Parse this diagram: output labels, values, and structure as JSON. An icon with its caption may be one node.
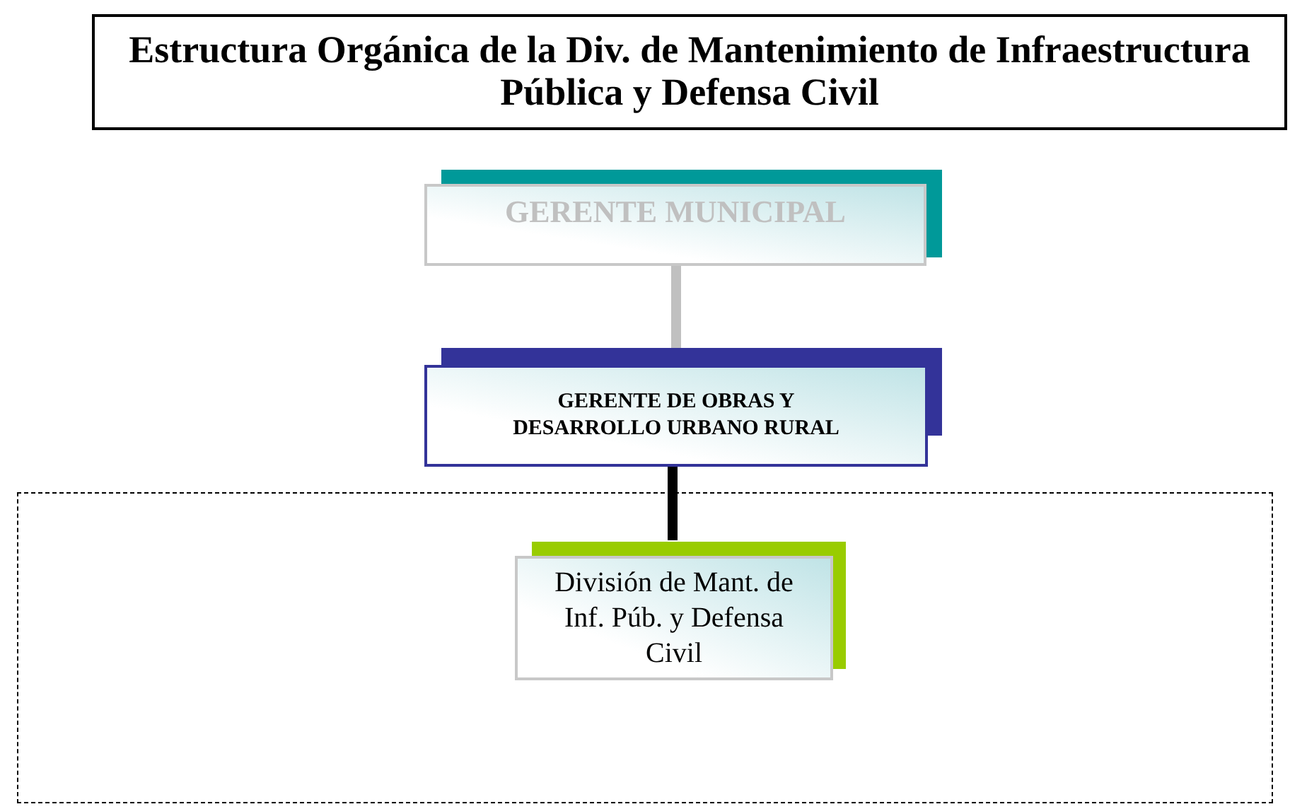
{
  "diagram": {
    "title": "Estructura Orgánica de la Div. de Mantenimiento de Infraestructura Pública y Defensa Civil",
    "nodes": [
      {
        "text": [
          "GERENTE MUNICIPAL"
        ]
      },
      {
        "text": [
          "GERENTE DE  OBRAS Y DESARROLLO URBANO RURAL"
        ]
      },
      {
        "text": [],
        "shape": "box"
      },
      {
        "text": [
          "División de Mant. de Inf. Púb. y Defensa Civil"
        ],
        "in": 2
      }
    ],
    "edges": [
      {
        "from": 0,
        "to": 1,
        "arrow": "none",
        "color": "#c0c0c0"
      },
      {
        "from": 1,
        "to": 3,
        "arrow": "none",
        "color": "#000000"
      }
    ]
  }
}
